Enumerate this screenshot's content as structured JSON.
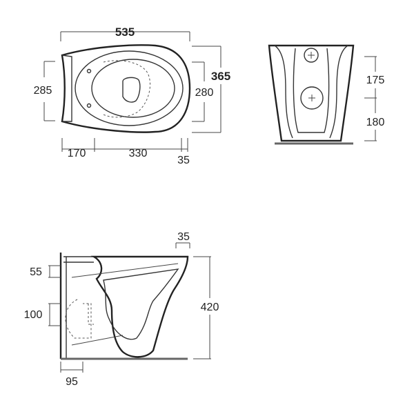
{
  "dimensions": {
    "top_width": "535",
    "top_left_height": "285",
    "top_inner_height": "280",
    "top_outer_height": "365",
    "top_seg_left": "170",
    "top_seg_mid": "330",
    "top_seg_right": "35",
    "rear_upper": "175",
    "rear_lower": "180",
    "side_top_offset": "35",
    "side_inlet": "55",
    "side_outlet": "100",
    "side_height": "420",
    "side_bottom": "95"
  },
  "colors": {
    "line": "#222222",
    "floor": "#666666"
  }
}
